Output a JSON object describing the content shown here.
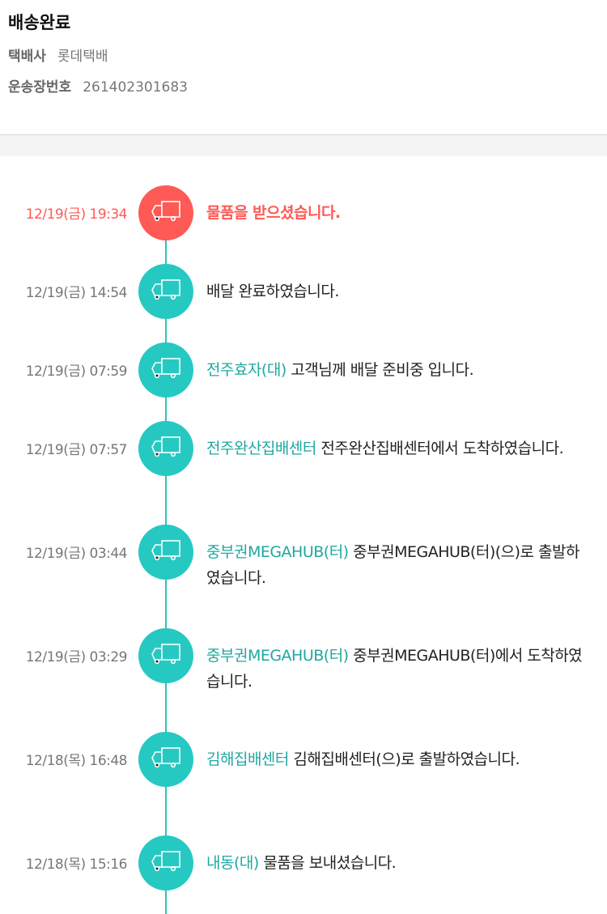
{
  "header": {
    "title": "배송완료",
    "courier_label": "택배사",
    "courier": "롯데택배",
    "tracking_label": "운송장번호",
    "tracking_number": "261402301683"
  },
  "colors": {
    "active": "#ff5a55",
    "teal": "#25c9c2"
  },
  "events": [
    {
      "date": "12/19(금) 19:34",
      "location": "",
      "message": "물품을 받으셨습니다.",
      "icon": "truck-icon"
    },
    {
      "date": "12/19(금) 14:54",
      "location": "",
      "message": "배달 완료하였습니다.",
      "icon": "truck-icon"
    },
    {
      "date": "12/19(금) 07:59",
      "location": "전주효자(대)",
      "message": "고객님께 배달 준비중 입니다.",
      "icon": "truck-icon"
    },
    {
      "date": "12/19(금) 07:57",
      "location": "전주완산집배센터",
      "message": "전주완산집배센터에서 도착하였습니다.",
      "icon": "truck-icon"
    },
    {
      "date": "12/19(금) 03:44",
      "location": "중부권MEGAHUB(터)",
      "message": "중부권MEGAHUB(터)(으)로 출발하였습니다.",
      "icon": "truck-icon"
    },
    {
      "date": "12/19(금) 03:29",
      "location": "중부권MEGAHUB(터)",
      "message": "중부권MEGAHUB(터)에서 도착하였습니다.",
      "icon": "truck-icon"
    },
    {
      "date": "12/18(목) 16:48",
      "location": "김해집배센터",
      "message": "김해집배센터(으)로 출발하였습니다.",
      "icon": "truck-icon"
    },
    {
      "date": "12/18(목) 15:16",
      "location": "내동(대)",
      "message": "물품을 보내셨습니다.",
      "icon": "truck-icon"
    }
  ]
}
